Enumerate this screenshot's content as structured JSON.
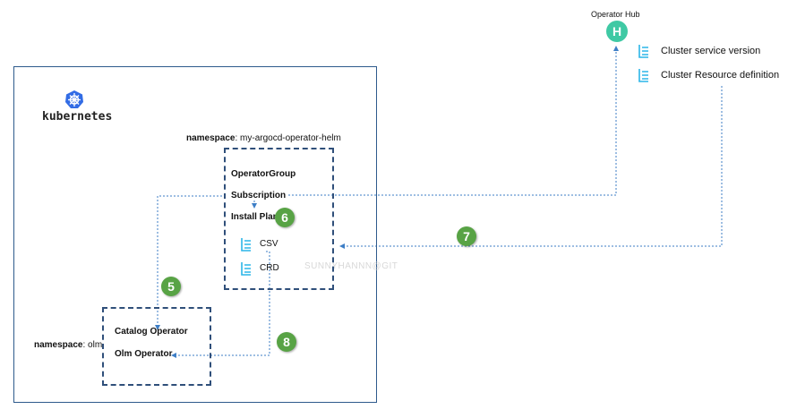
{
  "operator_hub": {
    "label": "Operator Hub",
    "icon_letter": "H",
    "icon": "operator-hub-logo"
  },
  "legend": {
    "items": [
      {
        "label": "Cluster service version",
        "icon": "document-list-icon"
      },
      {
        "label": "Cluster Resource definition",
        "icon": "document-list-icon"
      }
    ]
  },
  "kubernetes": {
    "label": "kubernetes",
    "icon": "kubernetes-helm-logo"
  },
  "namespaces": {
    "helm": {
      "key": "namespace",
      "value": ": my-argocd-operator-helm"
    },
    "olm": {
      "key": "namespace",
      "value": ": olm"
    }
  },
  "helm_box": {
    "operator_group": "OperatorGroup",
    "subscription": "Subscription",
    "install_plan": "Install Plan",
    "csv": "CSV",
    "crd": "CRD"
  },
  "olm_box": {
    "catalog_operator": "Catalog Operator",
    "olm_operator": "Olm Operator"
  },
  "steps": {
    "s5": "5",
    "s6": "6",
    "s7": "7",
    "s8": "8"
  },
  "watermark": "SUNNYHANNN@GIT",
  "colors": {
    "badge": "#58a345",
    "hub": "#3fc9a4",
    "arrow": "#3d7ec6",
    "icon": "#2bb5e8",
    "border": "#2f4f7a"
  }
}
